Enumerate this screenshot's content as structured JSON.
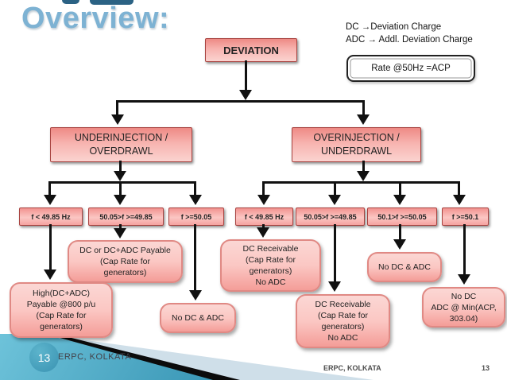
{
  "title": "Overview:",
  "legend": {
    "line1": "DC →Deviation Charge",
    "line2": "ADC → Addl. Deviation Charge",
    "rate_note": "Rate @50Hz =ACP"
  },
  "flow": {
    "root": "DEVIATION",
    "branches": {
      "left": "UNDERINJECTION /\nOVERDRAWL",
      "right": "OVERINJECTION /\nUNDERDRAWL"
    },
    "left_conditions": [
      "f < 49.85 Hz",
      "50.05>f >=49.85",
      "f >=50.05"
    ],
    "right_conditions": [
      "f < 49.85 Hz",
      "50.05>f >=49.85",
      "50.1>f >=50.05",
      "f >=50.1"
    ],
    "outcomes": {
      "high_dc_adc": "High(DC+ADC)\nPayable @800 p/u\n(Cap Rate for\ngenerators)",
      "dc_or_dc_adc": "DC or DC+ADC Payable\n(Cap Rate for\ngenerators)",
      "no_dc_adc_left": "No DC & ADC",
      "dc_receivable_1": "DC Receivable\n(Cap Rate for\ngenerators)\nNo ADC",
      "dc_receivable_2": "DC Receivable\n(Cap Rate for\ngenerators)\nNo ADC",
      "no_dc_adc_right": "No DC & ADC",
      "no_dc_adc_min": "No DC\nADC @ Min(ACP,\n303.04)"
    }
  },
  "footer": {
    "page_badge": "13",
    "left_org": "ERPC, KOLKATA",
    "right_org": "ERPC, KOLKATA",
    "right_page": "13"
  },
  "colors": {
    "box_border": "#a84340",
    "box_fill_top": "#ee8a85",
    "box_fill_bottom": "#fbd3d0",
    "rounded_border": "#e08984",
    "arrow": "#111111",
    "title": "#7db2d3",
    "teal_dark": "#1b6f93",
    "teal_light": "#6ec3da",
    "pale_wedge": "#cfdfe9",
    "note_border": "#222222"
  }
}
